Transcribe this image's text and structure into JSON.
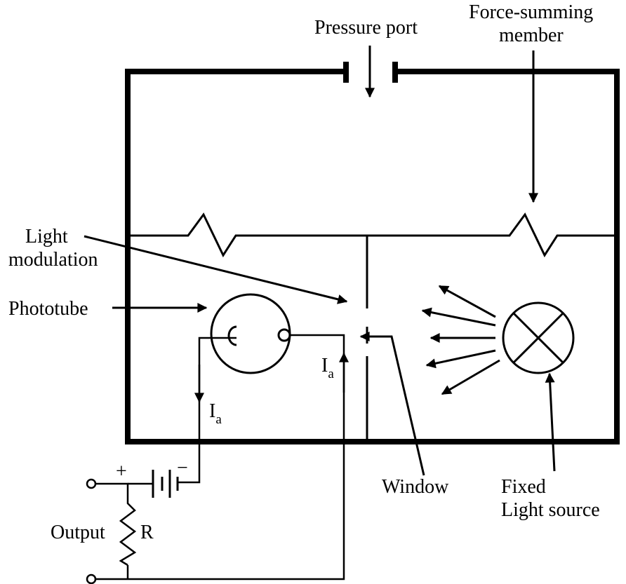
{
  "labels": {
    "pressure_port": "Pressure port",
    "force_summing_line1": "Force-summing",
    "force_summing_line2": "member",
    "light_modulation_line1": "Light",
    "light_modulation_line2": "modulation",
    "phototube": "Phototube",
    "current_main": "I",
    "current_sub": "a",
    "window": "Window",
    "fixed_line1": "Fixed",
    "fixed_line2": "Light source",
    "output": "Output",
    "resistor": "R",
    "plus": "+",
    "minus": "−"
  }
}
